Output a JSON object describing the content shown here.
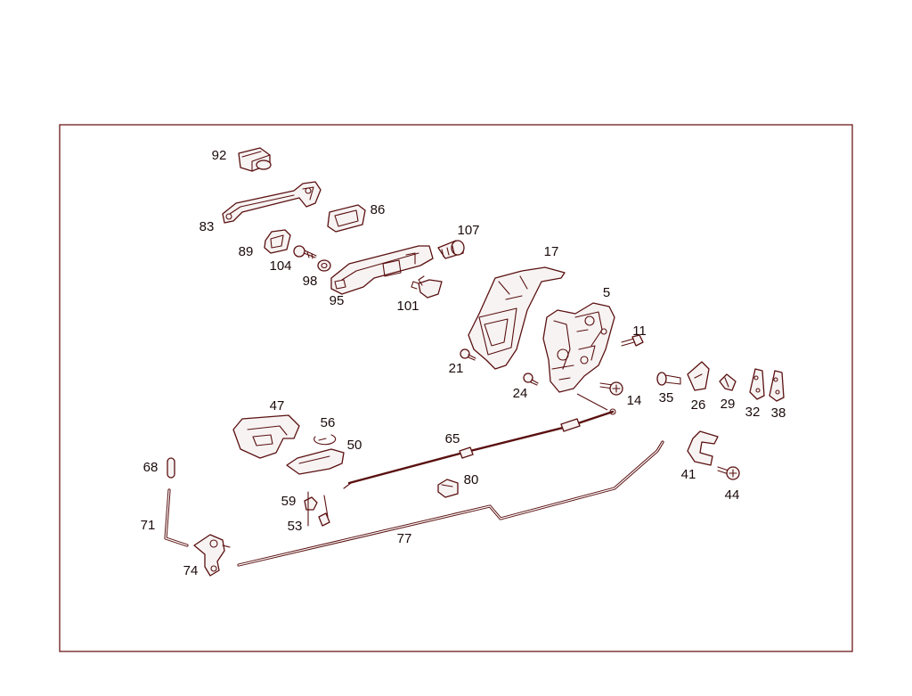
{
  "diagram": {
    "callouts": [
      {
        "id": "p92",
        "label": "92"
      },
      {
        "id": "p83",
        "label": "83"
      },
      {
        "id": "p86",
        "label": "86"
      },
      {
        "id": "p89",
        "label": "89"
      },
      {
        "id": "p104",
        "label": "104"
      },
      {
        "id": "p98",
        "label": "98"
      },
      {
        "id": "p95",
        "label": "95"
      },
      {
        "id": "p107",
        "label": "107"
      },
      {
        "id": "p101",
        "label": "101"
      },
      {
        "id": "p17",
        "label": "17"
      },
      {
        "id": "p5",
        "label": "5"
      },
      {
        "id": "p11",
        "label": "11"
      },
      {
        "id": "p21",
        "label": "21"
      },
      {
        "id": "p24",
        "label": "24"
      },
      {
        "id": "p14",
        "label": "14"
      },
      {
        "id": "p35",
        "label": "35"
      },
      {
        "id": "p26",
        "label": "26"
      },
      {
        "id": "p29",
        "label": "29"
      },
      {
        "id": "p32",
        "label": "32"
      },
      {
        "id": "p38",
        "label": "38"
      },
      {
        "id": "p47",
        "label": "47"
      },
      {
        "id": "p56",
        "label": "56"
      },
      {
        "id": "p50",
        "label": "50"
      },
      {
        "id": "p65",
        "label": "65"
      },
      {
        "id": "p68",
        "label": "68"
      },
      {
        "id": "p80",
        "label": "80"
      },
      {
        "id": "p59",
        "label": "59"
      },
      {
        "id": "p53",
        "label": "53"
      },
      {
        "id": "p41",
        "label": "41"
      },
      {
        "id": "p44",
        "label": "44"
      },
      {
        "id": "p71",
        "label": "71"
      },
      {
        "id": "p77",
        "label": "77"
      },
      {
        "id": "p74",
        "label": "74"
      }
    ],
    "colors": {
      "line": "#5a1010",
      "frame": "#6b1a1a",
      "label": "#1a0a0a"
    }
  }
}
